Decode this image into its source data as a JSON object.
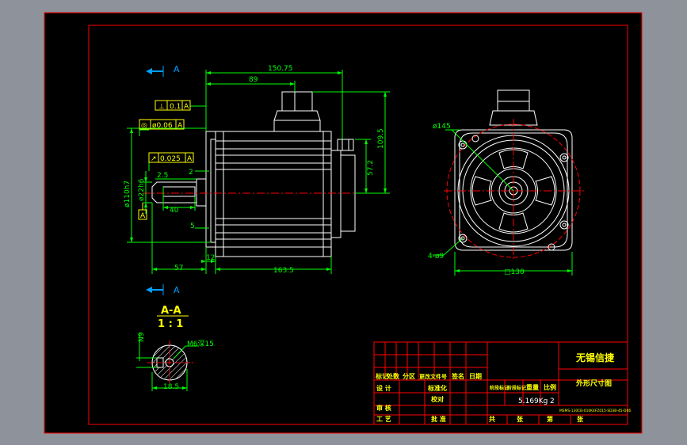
{
  "colors": {
    "window": "#8e929a",
    "paper": "#000000",
    "frame": "#ff0000",
    "outline": "#ffffff",
    "dim": "#00ff00",
    "note": "#ffff00",
    "center": "#ff0000",
    "section_marker": "#00a0ff",
    "hatch": "#ffffff"
  },
  "section_marker": {
    "letter_top": "A",
    "letter_bottom": "A"
  },
  "tolerances": {
    "perp_symbol": "⊥",
    "perp_value": "0.1",
    "perp_datum": "A",
    "conc_symbol": "◎",
    "conc_value": "ø0.06",
    "conc_datum": "A",
    "runout_symbol": "↗",
    "runout_value": "0.025",
    "runout_datum": "A",
    "datum_label": "A"
  },
  "dims_side": {
    "overall_len": "150.75",
    "body_len": "89",
    "height": "109.5",
    "connector_height": "57.2",
    "flange_dia": "ø110h7",
    "shaft_dia": "ø22h6",
    "d_2_5": "2.5",
    "d_2": "2",
    "d_5": "5",
    "key_len": "40",
    "shaft_len": "57",
    "flange_th": "12",
    "body": "163.5"
  },
  "dims_front": {
    "bolt_circle": "ø145",
    "holes": "4-ø9",
    "square": "□130"
  },
  "section": {
    "title": "A-A",
    "scale": "1 : 1",
    "dim_vertical": "N9",
    "thread": "M6深15",
    "width": "18.5"
  },
  "title_block": {
    "company": "无锡信捷",
    "drawing_name": "外形尺寸图",
    "row_labels": [
      "标记",
      "处数",
      "分区",
      "更改文件号",
      "签名",
      "日期"
    ],
    "design": "设 计",
    "standardize": "标准化",
    "proofread": "校对",
    "review": "审 核",
    "process": "工 艺",
    "approve": "批 准",
    "stage_labels": [
      "阶段标记",
      "阶段标记",
      "重量",
      "比例"
    ],
    "weight": "5.169Kg",
    "ratio": "2",
    "model": "MSMS-130CB-010K4FZ015-SD3B-45-DK6",
    "sheet_labels": [
      "共",
      "张",
      "第",
      "张"
    ]
  }
}
